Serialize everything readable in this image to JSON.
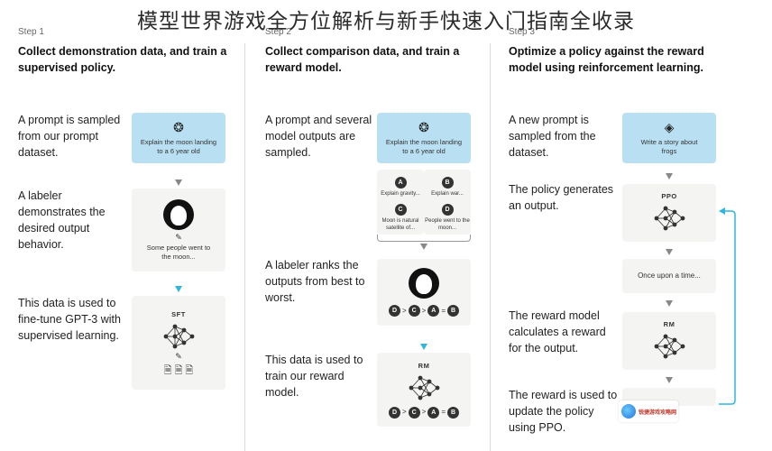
{
  "overlay_title": "模型世界游戏全方位解析与新手快速入门指南全收录",
  "watermark_text": "锐捷游戏攻略网",
  "steps": [
    {
      "label": "Step 1",
      "heading": "Collect demonstration data, and train a supervised policy.",
      "descriptions": [
        "A prompt is sampled from our prompt dataset.",
        "A labeler demonstrates the desired output behavior.",
        "This data is used to fine-tune GPT-3 with supervised learning."
      ],
      "prompt_card": "Explain the moon landing to a 6 year old",
      "labeler_output": "Some people went to the moon...",
      "model_label": "SFT"
    },
    {
      "label": "Step 2",
      "heading": "Collect comparison data, and train a reward model.",
      "descriptions": [
        "A prompt and several model outputs are sampled.",
        "A labeler ranks the outputs from best to worst.",
        "This data is used to train our reward model."
      ],
      "prompt_card": "Explain the moon landing to a 6 year old",
      "outputs": [
        {
          "badge": "A",
          "text": "Explain gravity..."
        },
        {
          "badge": "B",
          "text": "Explain war..."
        },
        {
          "badge": "C",
          "text": "Moon is natural satellite of..."
        },
        {
          "badge": "D",
          "text": "People went to the moon..."
        }
      ],
      "ranking": [
        "D",
        ">",
        "C",
        ">",
        "A",
        "=",
        "B"
      ],
      "model_label": "RM"
    },
    {
      "label": "Step 3",
      "heading": "Optimize a policy against the reward model using reinforcement learning.",
      "descriptions": [
        "A new prompt is sampled from the dataset.",
        "The policy generates an output.",
        "The reward model calculates a reward for the output.",
        "The reward is used to update the policy using PPO."
      ],
      "prompt_card": "Write a story about frogs",
      "policy_label": "PPO",
      "output_card": "Once upon a time...",
      "model_label": "RM"
    }
  ],
  "icons": {
    "prompt": "planet-icon",
    "frog": "frog-icon",
    "pencil": "pencil-icon",
    "document": "document-icon",
    "network": "neural-network-icon"
  },
  "colors": {
    "prompt_card": "#b9dff2",
    "card": "#f4f4f2",
    "loop_arrow": "#2fb6e0",
    "watermark_text": "#c0392b"
  }
}
